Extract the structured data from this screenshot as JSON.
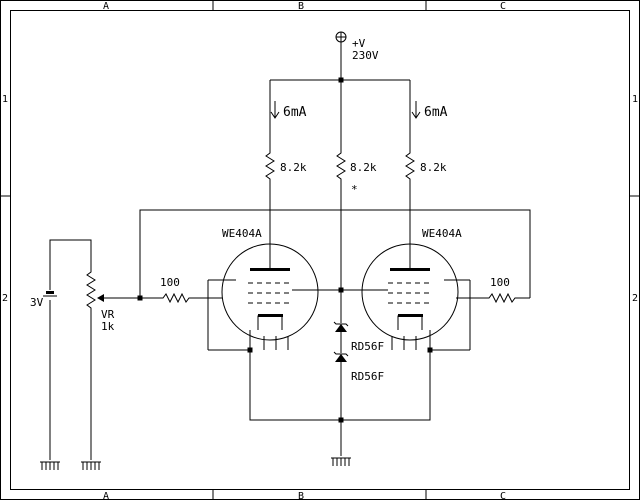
{
  "frame": {
    "columns": [
      "A",
      "B",
      "C"
    ],
    "rows": [
      "1",
      "2"
    ]
  },
  "supply": {
    "label": "+V",
    "value": "230V"
  },
  "currents": {
    "left": "6mA",
    "right": "6mA"
  },
  "resistors": {
    "plate_left": "8.2k",
    "plate_center": "8.2k",
    "plate_right": "8.2k",
    "center_mark": "*",
    "grid_left": "100",
    "grid_right": "100"
  },
  "tubes": {
    "left": "WE404A",
    "right": "WE404A"
  },
  "zeners": {
    "upper": "RD56F",
    "lower": "RD56F"
  },
  "battery": {
    "label": "3V"
  },
  "pot": {
    "name": "VR",
    "value": "1k"
  }
}
